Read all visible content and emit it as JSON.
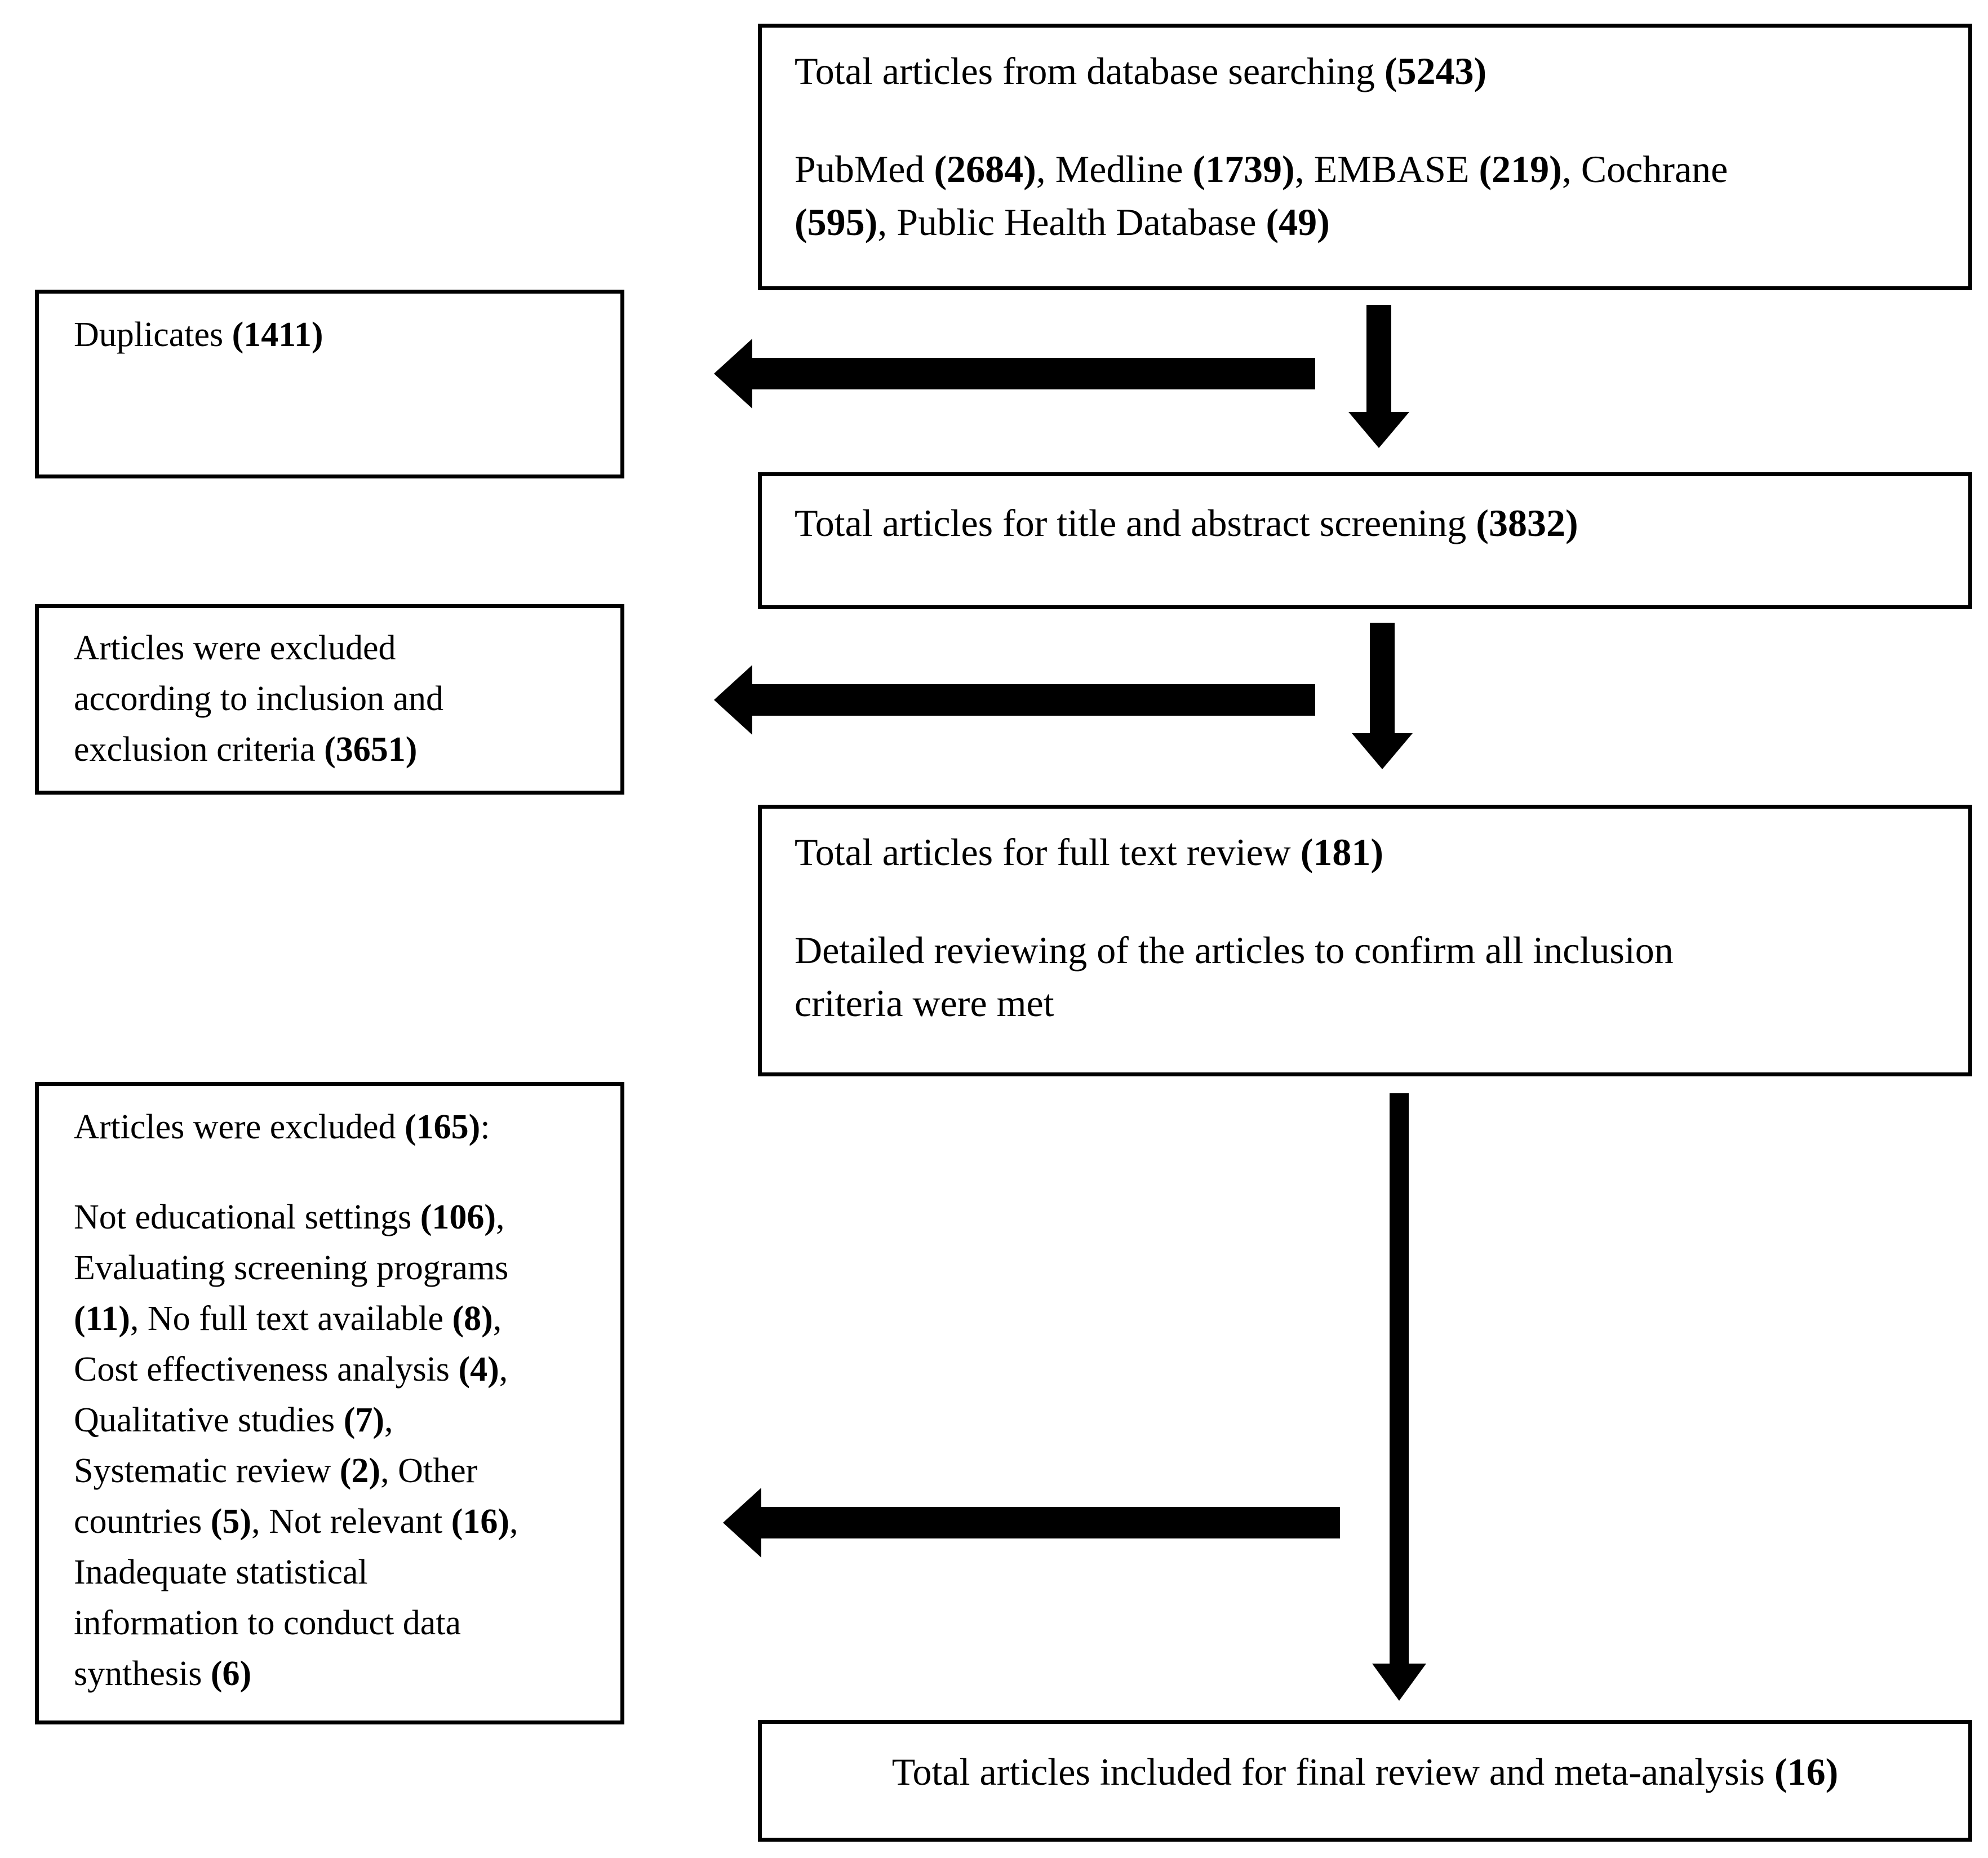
{
  "page": {
    "background_color": "#ffffff",
    "ink_color": "#000000"
  },
  "flowchart": {
    "boxes": {
      "database_search": {
        "content": [
          [
            [
              {
                "t": "Total articles from database searching ",
                "b": false
              },
              {
                "t": "(5243)",
                "b": true
              }
            ]
          ],
          [
            [
              {
                "t": "PubMed ",
                "b": false
              },
              {
                "t": "(2684)",
                "b": true
              },
              {
                "t": ", Medline ",
                "b": false
              },
              {
                "t": "(1739)",
                "b": true
              },
              {
                "t": ", EMBASE ",
                "b": false
              },
              {
                "t": "(219)",
                "b": true
              },
              {
                "t": ", Cochrane",
                "b": false
              }
            ],
            [
              {
                "t": "(595)",
                "b": true
              },
              {
                "t": ", Public Health Database ",
                "b": false
              },
              {
                "t": "(49)",
                "b": true
              }
            ]
          ]
        ]
      },
      "duplicates": {
        "content": [
          [
            [
              {
                "t": "Duplicates ",
                "b": false
              },
              {
                "t": "(1411)",
                "b": true
              }
            ]
          ]
        ]
      },
      "title_abstract_screening": {
        "content": [
          [
            [
              {
                "t": "Total articles for title and abstract screening ",
                "b": false
              },
              {
                "t": "(3832)",
                "b": true
              }
            ]
          ]
        ]
      },
      "excluded_by_criteria": {
        "content": [
          [
            [
              {
                "t": "Articles were excluded",
                "b": false
              }
            ],
            [
              {
                "t": "according to inclusion and",
                "b": false
              }
            ],
            [
              {
                "t": "exclusion criteria ",
                "b": false
              },
              {
                "t": "(3651)",
                "b": true
              }
            ]
          ]
        ]
      },
      "full_text_review": {
        "content": [
          [
            [
              {
                "t": "Total articles for full text review ",
                "b": false
              },
              {
                "t": "(181)",
                "b": true
              }
            ]
          ],
          [
            [
              {
                "t": "Detailed reviewing of the articles to confirm all inclusion",
                "b": false
              }
            ],
            [
              {
                "t": "criteria were met",
                "b": false
              }
            ]
          ]
        ]
      },
      "excluded_165": {
        "content": [
          [
            [
              {
                "t": "Articles were excluded ",
                "b": false
              },
              {
                "t": "(165)",
                "b": true
              },
              {
                "t": ":",
                "b": false
              }
            ]
          ],
          [
            [
              {
                "t": "Not educational settings ",
                "b": false
              },
              {
                "t": "(106)",
                "b": true
              },
              {
                "t": ",",
                "b": false
              }
            ],
            [
              {
                "t": "Evaluating screening programs",
                "b": false
              }
            ],
            [
              {
                "t": "(11)",
                "b": true
              },
              {
                "t": ", No full text available ",
                "b": false
              },
              {
                "t": "(8)",
                "b": true
              },
              {
                "t": ",",
                "b": false
              }
            ],
            [
              {
                "t": "Cost effectiveness analysis ",
                "b": false
              },
              {
                "t": "(4)",
                "b": true
              },
              {
                "t": ",",
                "b": false
              }
            ],
            [
              {
                "t": "Qualitative studies ",
                "b": false
              },
              {
                "t": "(7)",
                "b": true
              },
              {
                "t": ",",
                "b": false
              }
            ],
            [
              {
                "t": "Systematic review ",
                "b": false
              },
              {
                "t": "(2)",
                "b": true
              },
              {
                "t": ", Other",
                "b": false
              }
            ],
            [
              {
                "t": "countries ",
                "b": false
              },
              {
                "t": "(5)",
                "b": true
              },
              {
                "t": ", Not relevant ",
                "b": false
              },
              {
                "t": "(16)",
                "b": true
              },
              {
                "t": ",",
                "b": false
              }
            ],
            [
              {
                "t": "Inadequate statistical",
                "b": false
              }
            ],
            [
              {
                "t": "information to conduct data",
                "b": false
              }
            ],
            [
              {
                "t": "synthesis ",
                "b": false
              },
              {
                "t": "(6)",
                "b": true
              }
            ]
          ]
        ]
      },
      "final_review": {
        "content": [
          [
            [
              {
                "t": "Total articles included for final review and meta-analysis ",
                "b": false
              },
              {
                "t": "(16)",
                "b": true
              }
            ]
          ]
        ]
      }
    },
    "icons": [
      {
        "name": "down-arrow-to-screening",
        "shape": "filled-down-arrow"
      },
      {
        "name": "left-arrow-to-duplicates",
        "shape": "filled-left-arrow"
      },
      {
        "name": "down-arrow-to-full-text",
        "shape": "filled-down-arrow"
      },
      {
        "name": "left-arrow-to-excluded-criteria",
        "shape": "filled-left-arrow"
      },
      {
        "name": "down-arrow-to-final",
        "shape": "filled-down-arrow"
      },
      {
        "name": "left-arrow-to-excluded-165",
        "shape": "filled-left-arrow"
      }
    ]
  }
}
